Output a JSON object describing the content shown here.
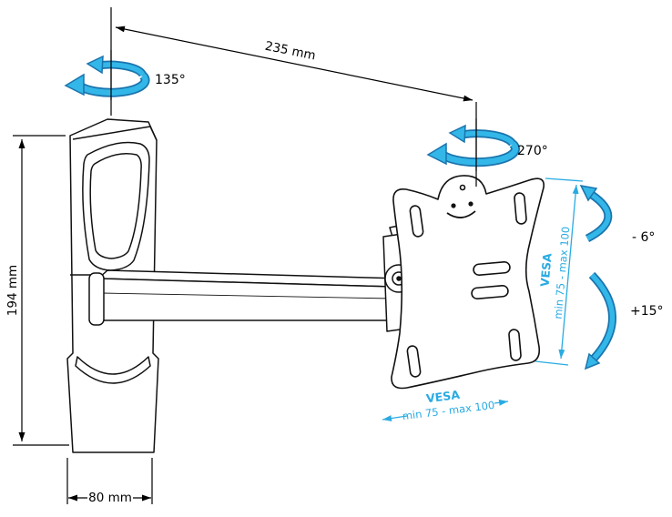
{
  "diagram": {
    "type": "technical-drawing",
    "subject": "articulated-tv-wall-mount",
    "dimensions": {
      "arm_reach": "235 mm",
      "bracket_height": "194 mm",
      "bracket_width": "80 mm"
    },
    "rotations": {
      "wall_swivel": "135°",
      "plate_swivel": "270°",
      "tilt_up": "- 6°",
      "tilt_down": "+15°"
    },
    "vesa_side": {
      "title": "VESA",
      "range": "min 75 - max 100"
    },
    "vesa_bottom": {
      "title": "VESA",
      "range": "min 75 - max 100"
    },
    "colors": {
      "accent": "#29abe2",
      "accent_fill": "#33b7e8",
      "accent_dark": "#1a74ad",
      "line": "#000000",
      "background": "#ffffff"
    }
  }
}
